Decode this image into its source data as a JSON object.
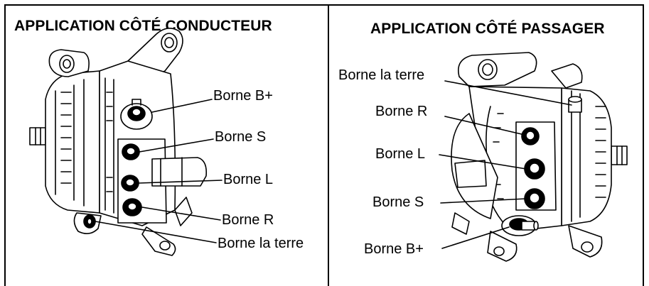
{
  "left_panel": {
    "title": "APPLICATION CÔTÉ CONDUCTEUR",
    "labels": {
      "b_plus": "Borne B+",
      "s": "Borne S",
      "l": "Borne L",
      "r": "Borne R",
      "ground": "Borne la terre"
    }
  },
  "right_panel": {
    "title": "APPLICATION CÔTÉ PASSAGER",
    "labels": {
      "ground": "Borne la terre",
      "r": "Borne R",
      "l": "Borne L",
      "s": "Borne S",
      "b_plus": "Borne B+"
    }
  }
}
